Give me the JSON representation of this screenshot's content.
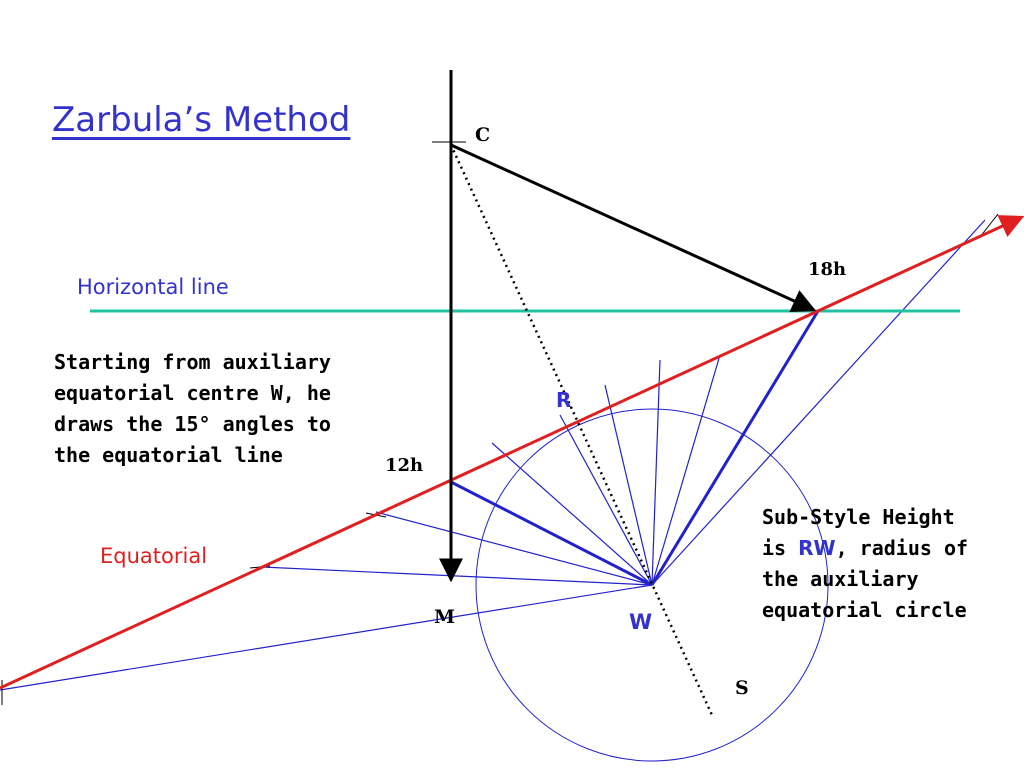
{
  "title": "Zarbula’s Method",
  "labels": {
    "horizontal_line": "Horizontal line",
    "equatorial": "Equatorial",
    "C": "C",
    "M": "M",
    "W": "W",
    "S": "S",
    "R": "R",
    "h18": "18h",
    "h12": "12h"
  },
  "description": {
    "lines": [
      "Starting from auxiliary",
      "equatorial centre W, he",
      "draws the 15° angles to",
      "the equatorial line"
    ]
  },
  "note": {
    "line1": "Sub-Style Height",
    "line2_prefix": "is ",
    "line2_highlight": "RW",
    "line2_suffix": ", radius of",
    "line3": "the auxiliary",
    "line4": "equatorial circle"
  },
  "colors": {
    "title": "#3333cc",
    "equatorial_line": "#e02020",
    "horizontal_line": "#20c0a0",
    "hour_lines": "#2222cc",
    "construction": "#000000"
  }
}
